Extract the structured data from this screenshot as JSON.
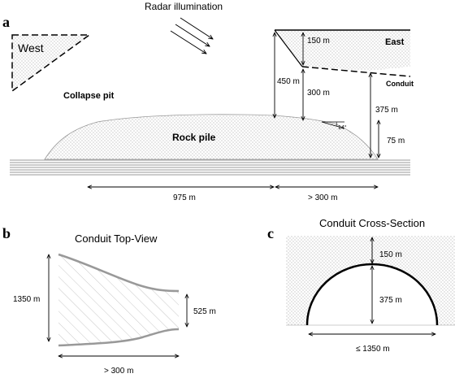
{
  "panels": {
    "a": "a",
    "b": "b",
    "c": "c"
  },
  "panel_a": {
    "radar_label": "Radar illumination",
    "west_label": "West",
    "east_label": "East",
    "collapse_pit_label": "Collapse pit",
    "rock_pile_label": "Rock pile",
    "conduit_label": "Conduit",
    "dim_150": "150 m",
    "dim_450": "450 m",
    "dim_300": "300 m",
    "dim_375": "375 m",
    "dim_75": "75 m",
    "angle_14": "14°",
    "dim_975": "975 m",
    "dim_gt300": "> 300 m"
  },
  "panel_b": {
    "title": "Conduit Top-View",
    "dim_1350": "1350 m",
    "dim_525": "525 m",
    "dim_gt300": "> 300 m"
  },
  "panel_c": {
    "title": "Conduit Cross-Section",
    "dim_150": "150 m",
    "dim_375": "375 m",
    "dim_le1350": "≤ 1350 m"
  }
}
